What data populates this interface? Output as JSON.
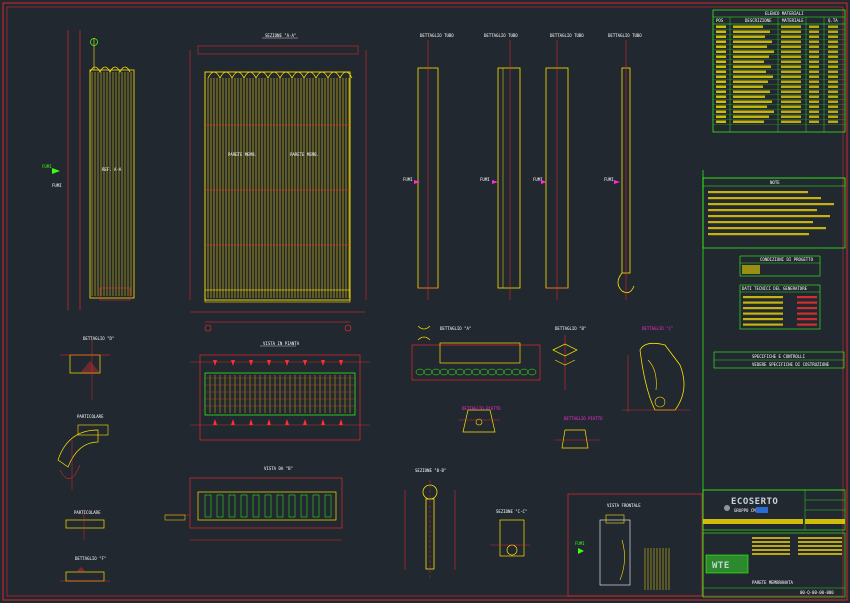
{
  "colors": {
    "background": "#212830",
    "frame": "#ff2b2b",
    "tube": "#ffe100",
    "dim": "#ff3030",
    "text_white": "#ffffff",
    "green": "#39ff14",
    "magenta": "#ff2bd6",
    "cyan": "#00e5ff"
  },
  "views": {
    "section_a": "SEZIONE \"A-A\"",
    "plan": "VISTA IN PIANTA",
    "side": "VISTA DA \"B\"",
    "section_b": "SEZIONE \"B-B\"",
    "detail_1": "DETTAGLIO TUBO",
    "detail_2": "DETTAGLIO TUBO",
    "detail_3": "DETTAGLIO TUBO",
    "detail_4": "DETTAGLIO TUBO",
    "det_a": "DETTAGLIO \"A\"",
    "det_b": "DETTAGLIO \"B\"",
    "det_c": "DETTAGLIO \"C\"",
    "det_d": "DETTAGLIO \"D\"",
    "det_e": "PARTICOLARE",
    "det_f": "PARTICOLARE",
    "front_view": "VISTA FRONTALE"
  },
  "bom": {
    "title": "ELENCO MATERIALI",
    "headers": [
      "POS",
      "DESCRIZIONE",
      "MATERIALE",
      "Q.TA"
    ]
  },
  "notes": {
    "title": "NOTE",
    "box1_title": "CONDIZIONI DI PROGETTO",
    "box2_title": "DATI TECNICI DEL GENERATORE",
    "box3_title": "SPECIFICHE E CONTROLLI",
    "box3_sub": "VEDERE SPECIFICHE DI COSTRUZIONE"
  },
  "title_block": {
    "company": "ECOSERTO",
    "company_sub": "GRUPPO CMIO",
    "logo": "WTE",
    "drawing_title": "PARETE MEMBRANATA",
    "drawing_no": "00-Q-00-00-000"
  }
}
